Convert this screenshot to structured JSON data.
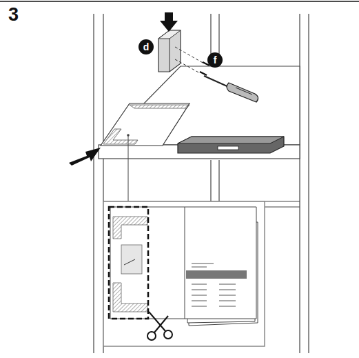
{
  "diagram": {
    "labels": [
      "3",
      "d",
      "f"
    ]
  }
}
